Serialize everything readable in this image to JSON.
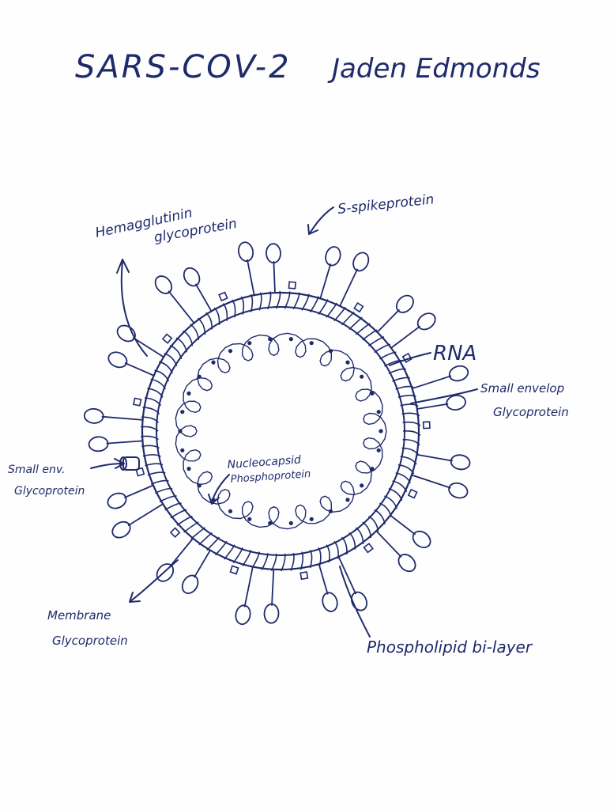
{
  "header": {
    "title": "SARS-COV-2",
    "author": "Jaden Edmonds"
  },
  "labels": {
    "hemagglutinin_line1": "Hemagglutinin",
    "hemagglutinin_line2": "glycoprotein",
    "spike": "S-spikeprotein",
    "rna": "RNA",
    "small_envelope_right_line1": "Small envelop",
    "small_envelope_right_line2": "Glycoprotein",
    "small_env_left_line1": "Small env.",
    "small_env_left_line2": "Glycoprotein",
    "nucleocapsid_line1": "Nucleocapsid",
    "nucleocapsid_line2": "Phosphoprotein",
    "membrane_line1": "Membrane",
    "membrane_line2": "Glycoprotein",
    "phospholipid": "Phospholipid bi-layer"
  },
  "colors": {
    "ink": "#1f2a6b",
    "paper": "#fefefe"
  }
}
